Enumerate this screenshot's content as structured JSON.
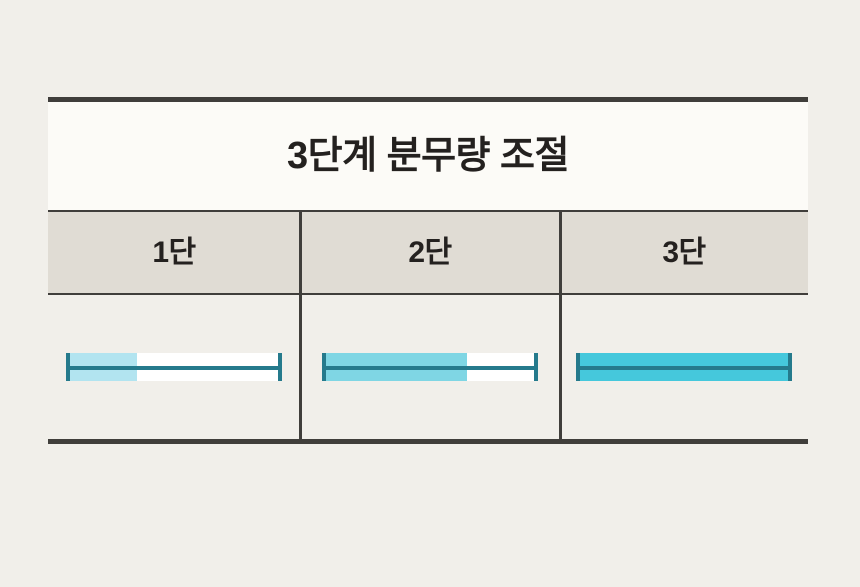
{
  "page": {
    "background_color": "#F1EFEA",
    "title": "3단계 분무량 조절"
  },
  "table": {
    "border_color": "#403E3B",
    "title_row_background": "#FCFBF7",
    "header_row_background": "#E0DCD4",
    "body_row_background": "#F1EFEA",
    "headers": [
      {
        "label": "1단"
      },
      {
        "label": "2단"
      },
      {
        "label": "3단"
      }
    ]
  },
  "chart_data": {
    "type": "bar",
    "title": "3단계 분무량 조절",
    "categories": [
      "1단",
      "2단",
      "3단"
    ],
    "values": [
      33,
      67,
      100
    ],
    "value_unit": "%",
    "xlabel": "",
    "ylabel": "",
    "ylim": [
      0,
      100
    ],
    "grid": false,
    "legend": "none",
    "orientation": "horizontal",
    "series": [
      {
        "name": "분무량",
        "values": [
          33,
          67,
          100
        ]
      }
    ],
    "bar_colors": [
      "#B2E4F0",
      "#7FD6E4",
      "#45C8DC"
    ],
    "track_color": "#FFFFFF",
    "indicator_color": "#257A8C"
  },
  "gauges": [
    {
      "name": "level-1",
      "label": "1단",
      "fill_percent": "33%",
      "fill_color": "#B2E4F0",
      "indicator_color": "#257A8C"
    },
    {
      "name": "level-2",
      "label": "2단",
      "fill_percent": "67%",
      "fill_color": "#7FD6E4",
      "indicator_color": "#257A8C"
    },
    {
      "name": "level-3",
      "label": "3단",
      "fill_percent": "100%",
      "fill_color": "#45C8DC",
      "indicator_color": "#257A8C"
    }
  ]
}
